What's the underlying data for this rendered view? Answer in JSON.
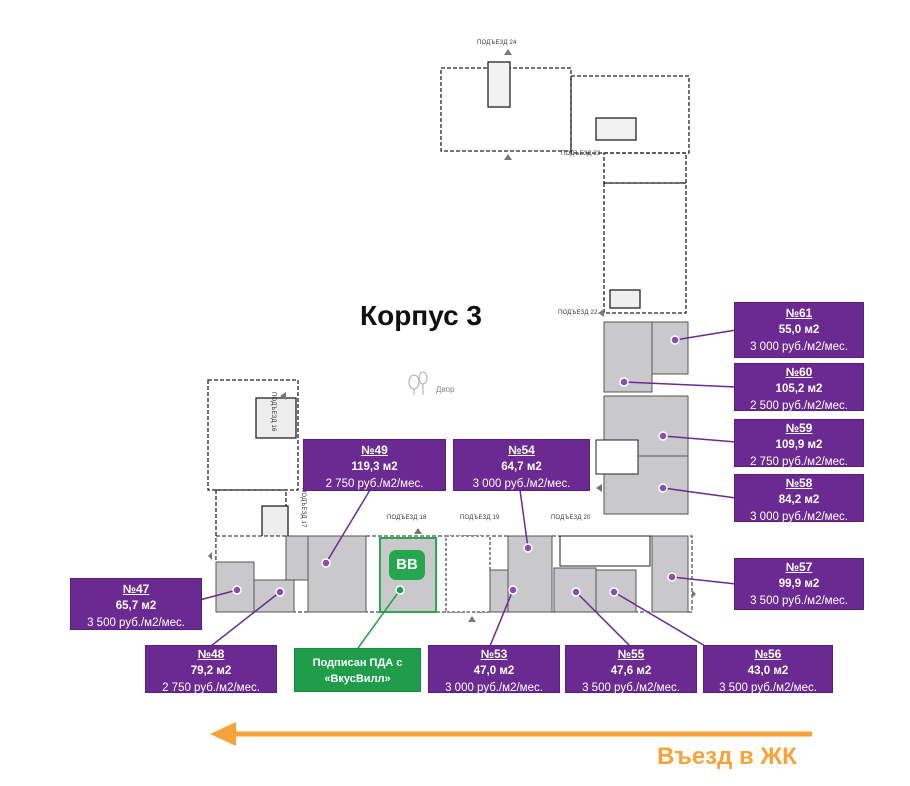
{
  "title": "Корпус 3",
  "courtyard_label": "Двор",
  "entrances": {
    "p24": "ПОДЪЕЗД 24",
    "p23": "ПОДЪЕЗД 23",
    "p22": "ПОДЪЕЗД 22",
    "p16": "ПОДЪЕЗД 16",
    "p17": "ПОДЪЕЗД 17",
    "p18": "ПОДЪЕЗД 18",
    "p19": "ПОДЪЕЗД 19",
    "p20": "ПОДЪЕЗД 20"
  },
  "units": {
    "u61": {
      "num": "№61",
      "area": "55,0 м2",
      "price": "3 000 руб./м2/мес."
    },
    "u60": {
      "num": "№60",
      "area": "105,2 м2",
      "price": "2 500 руб./м2/мес."
    },
    "u59": {
      "num": "№59",
      "area": "109,9 м2",
      "price": "2 750 руб./м2/мес."
    },
    "u58": {
      "num": "№58",
      "area": "84,2 м2",
      "price": "3 000 руб./м2/мес."
    },
    "u57": {
      "num": "№57",
      "area": "99,9 м2",
      "price": "3 500 руб./м2/мес."
    },
    "u56": {
      "num": "№56",
      "area": "43,0 м2",
      "price": "3 500 руб./м2/мес."
    },
    "u55": {
      "num": "№55",
      "area": "47,6 м2",
      "price": "3 500 руб./м2/мес."
    },
    "u54": {
      "num": "№54",
      "area": "64,7 м2",
      "price": "3 000 руб./м2/мес."
    },
    "u53": {
      "num": "№53",
      "area": "47,0 м2",
      "price": "3 000 руб./м2/мес."
    },
    "u49": {
      "num": "№49",
      "area": "119,3 м2",
      "price": "2 750 руб./м2/мес."
    },
    "u48": {
      "num": "№48",
      "area": "79,2 м2",
      "price": "2 750 руб./м2/мес."
    },
    "u47": {
      "num": "№47",
      "area": "65,7 м2",
      "price": "3 500 руб./м2/мес."
    }
  },
  "signed": {
    "line1": "Подписан ПДА с",
    "line2": "«ВкусВилл»"
  },
  "vv_logo": "ВВ",
  "entry_label": "Въезд в ЖК",
  "colors": {
    "purple": "#6b2a91",
    "green": "#1f9d4a",
    "orange": "#f7a23a",
    "unit_fill": "#c9c9cc"
  }
}
